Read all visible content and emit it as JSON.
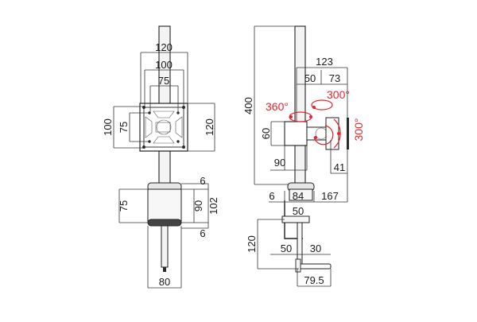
{
  "front_view": {
    "top_width": "120",
    "mid_width": "100",
    "vesa_75_width": "75",
    "left_height_100": "100",
    "left_height_75": "75",
    "right_height_120": "120",
    "clamp_top_gap": "6",
    "clamp_height_75": "75",
    "clamp_height_90": "90",
    "clamp_height_102": "102",
    "clamp_bottom_gap": "6",
    "base_width": "80"
  },
  "side_view": {
    "total_reach": "123",
    "reach_50": "50",
    "reach_73": "73",
    "rotation_360": "360°",
    "tilt_300_top": "300°",
    "tilt_300_side": "300°",
    "height_400": "400",
    "arm_height_60": "60",
    "offset_90": "90",
    "offset_41": "41",
    "gap_6": "6",
    "clamp_84": "84",
    "span_167": "167",
    "clamp_50_top": "50",
    "clamp_height_120": "120",
    "clamp_50_bottom": "50",
    "clamp_30": "30",
    "base_79_5": "79.5"
  }
}
